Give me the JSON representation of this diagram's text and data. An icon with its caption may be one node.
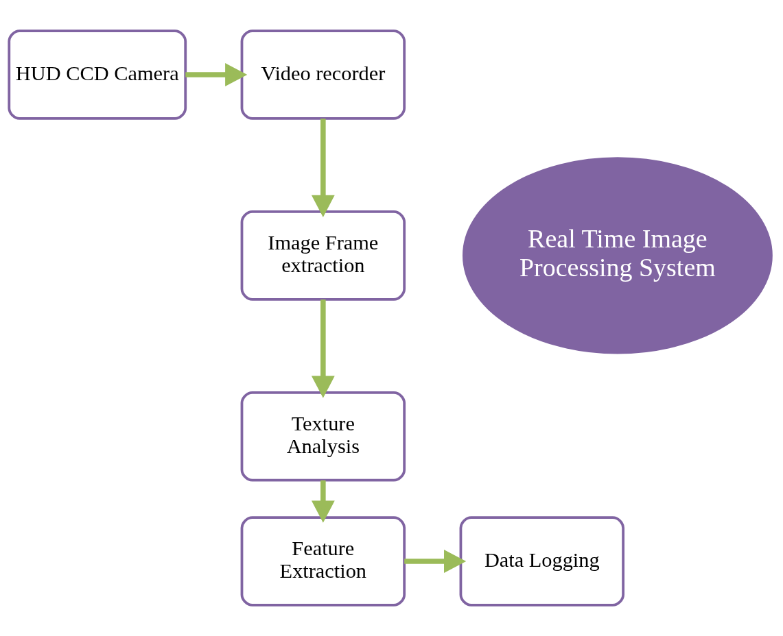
{
  "diagram": {
    "nodes": [
      {
        "text": [
          "HUD CCD Camera"
        ]
      },
      {
        "text": [
          "Video recorder"
        ]
      },
      {
        "text": [
          "Image Frame extraction"
        ]
      },
      {
        "text": [
          "Texture Analysis"
        ]
      },
      {
        "text": [
          "Feature Extraction"
        ]
      },
      {
        "text": [
          "Data Logging"
        ]
      },
      {
        "text": [
          "Real Time Image Processing System"
        ]
      }
    ],
    "edges": [
      {
        "from": 0,
        "to": 1,
        "arrow": "to"
      },
      {
        "from": 1,
        "to": 2,
        "arrow": "to"
      },
      {
        "from": 2,
        "to": 3,
        "arrow": "to"
      },
      {
        "from": 3,
        "to": 4,
        "arrow": "to"
      },
      {
        "from": 4,
        "to": 5,
        "arrow": "to"
      }
    ]
  }
}
